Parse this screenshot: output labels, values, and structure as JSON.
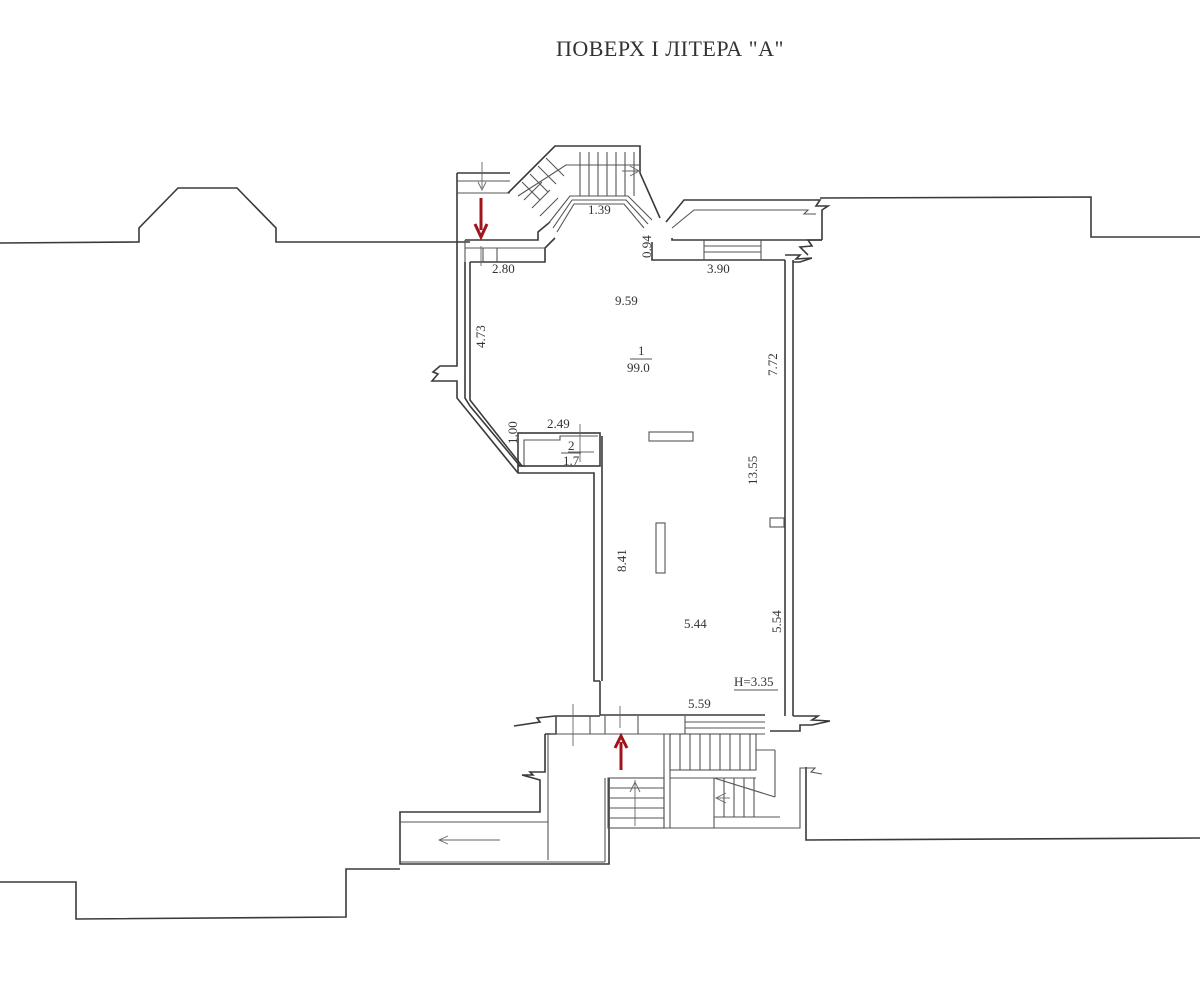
{
  "title": "ПОВЕРХ  І ЛІТЕРА \"А\"",
  "rooms": [
    {
      "number": "1",
      "area": "99.0"
    },
    {
      "number": "2",
      "area": "1.7"
    }
  ],
  "dimensions": {
    "top_stair_width": "1.39",
    "top_left_width": "2.80",
    "top_right_width": "3.90",
    "top_notch_depth": "0.94",
    "room1_width_top": "9.59",
    "left_wall_upper": "4.73",
    "right_wall_upper": "7.72",
    "right_wall_total": "13.55",
    "room2_width": "2.49",
    "room2_depth": "1.00",
    "left_wall_lower": "8.41",
    "room1_width_lower": "5.44",
    "right_wall_lower": "5.54",
    "bottom_width": "5.59"
  },
  "ceiling_height": "H=3.35",
  "markers": {
    "entrance_top": "red-arrow-down",
    "entrance_bottom": "red-arrow-up"
  },
  "colors": {
    "walls": "#3a3a3a",
    "entrance_arrow": "#a0141c",
    "background": "#ffffff"
  }
}
